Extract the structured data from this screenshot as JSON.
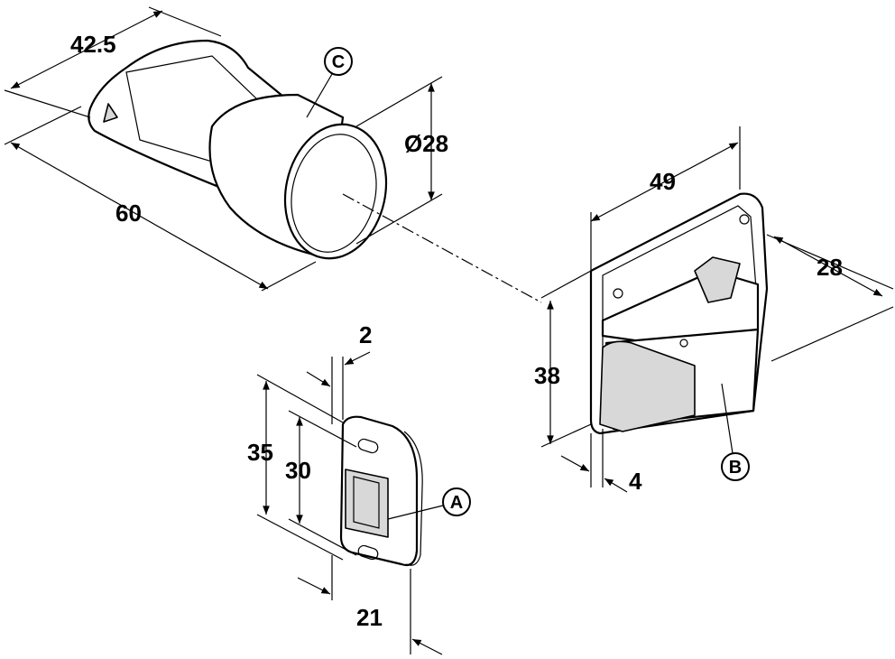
{
  "dimensions": {
    "knob_width": "42.5",
    "knob_length": "60",
    "knob_diameter": "Ø28",
    "latch_width": "49",
    "latch_depth": "28",
    "latch_height": "38",
    "latch_plate": "4",
    "strike_thickness": "2",
    "strike_height": "35",
    "strike_slot": "30",
    "strike_width": "21"
  },
  "callouts": {
    "a": "A",
    "b": "B",
    "c": "C"
  }
}
